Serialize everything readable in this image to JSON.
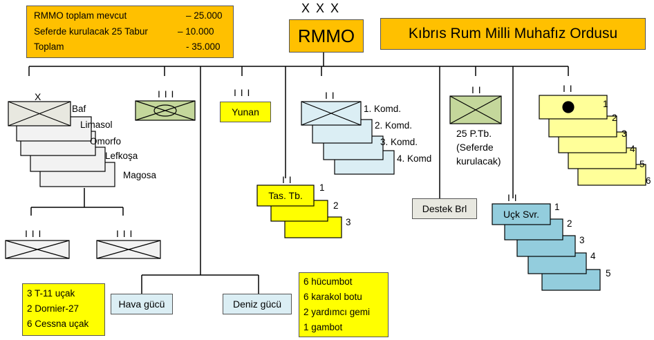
{
  "info_box": {
    "rows": [
      {
        "label": "RMMO toplam mevcut",
        "value": "– 25.000"
      },
      {
        "label": "Seferde kurulacak 25 Tabur",
        "value": "– 10.000"
      },
      {
        "label": "Toplam",
        "value": "- 35.000"
      }
    ]
  },
  "hq": {
    "echelon": "X X X",
    "label": "RMMO"
  },
  "title": "Kıbrıs Rum Milli Muhafız Ordusu",
  "brigades": {
    "echelon": "X",
    "labels": [
      "Baf",
      "Limasol",
      "Omorfo",
      "Lefkoşa",
      "Magosa"
    ],
    "sub_echelon": "I I I"
  },
  "regiment_echelon": "I I I",
  "yunan": {
    "echelon": "I I I",
    "label": "Yunan"
  },
  "komd": {
    "echelon": "I I",
    "labels": [
      "1. Komd.",
      "2. Komd.",
      "3. Komd.",
      "4. Komd"
    ]
  },
  "tas": {
    "echelon": "I I",
    "label": "Tas. Tb.",
    "numbers": [
      "1",
      "2",
      "3"
    ]
  },
  "ptb": {
    "echelon": "I I",
    "lines": [
      "25 P.Tb.",
      "(Seferde",
      "kurulacak)"
    ]
  },
  "destek": {
    "label": "Destek Brl"
  },
  "ucak": {
    "echelon": "I I",
    "label": "Uçk Svr.",
    "numbers": [
      "1",
      "2",
      "3",
      "4",
      "5"
    ]
  },
  "arty": {
    "echelon": "I I",
    "numbers": [
      "1",
      "2",
      "3",
      "4",
      "5",
      "6"
    ]
  },
  "hava": {
    "label": "Hava gücü",
    "info": [
      "3 T-11 uçak",
      "2 Dornier-27",
      "6 Cessna uçak"
    ]
  },
  "deniz": {
    "label": "Deniz gücü",
    "info": [
      "6 hücumbot",
      "6 karakol botu",
      "2 yardımcı gemi",
      "1 gambot"
    ]
  },
  "colors": {
    "orange": "#ffc000",
    "yellow": "#ffff00",
    "pale_yellow": "#ffff99",
    "light_blue": "#dbeef4",
    "blue": "#93cddd",
    "green": "#c4d79b",
    "gray_fill": "#f2f2f2",
    "beige": "#e8e8e0"
  }
}
